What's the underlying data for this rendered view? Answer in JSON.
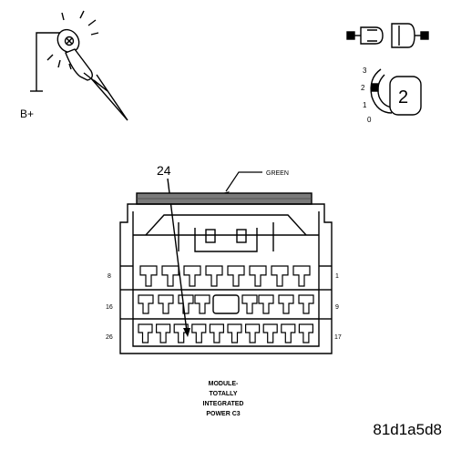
{
  "probe": {
    "supply_label": "B+"
  },
  "ignition": {
    "positions": [
      "3",
      "2",
      "1",
      "0"
    ],
    "selected_label": "2"
  },
  "connector": {
    "callout_pin": "24",
    "color_label": "GREEN",
    "row_pins": {
      "top_left": "8",
      "top_right": "1",
      "mid_left": "16",
      "mid_right": "9",
      "bottom_left": "26",
      "bottom_right": "17"
    },
    "caption_lines": [
      "MODULE-",
      "TOTALLY",
      "INTEGRATED",
      "POWER C3"
    ]
  },
  "figure_code": "81d1a5d8",
  "colors": {
    "ink": "#000000",
    "paper": "#ffffff",
    "shade": "#7a7a7a"
  }
}
